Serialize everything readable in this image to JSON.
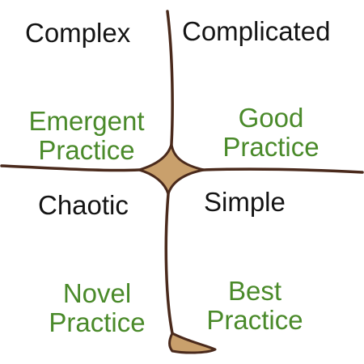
{
  "colors": {
    "domain_text": "#141414",
    "practice_text": "#4a8a2a",
    "divider_line": "#4a2a1c",
    "center_fill": "#c9a06c"
  },
  "quadrants": {
    "complex": {
      "domain": "Complex",
      "practice": [
        "Emergent",
        "Practice"
      ]
    },
    "complicated": {
      "domain": "Complicated",
      "practice": [
        "Good",
        "Practice"
      ]
    },
    "chaotic": {
      "domain": "Chaotic",
      "practice": [
        "Novel",
        "Practice"
      ]
    },
    "simple": {
      "domain": "Simple",
      "practice": [
        "Best",
        "Practice"
      ]
    }
  }
}
